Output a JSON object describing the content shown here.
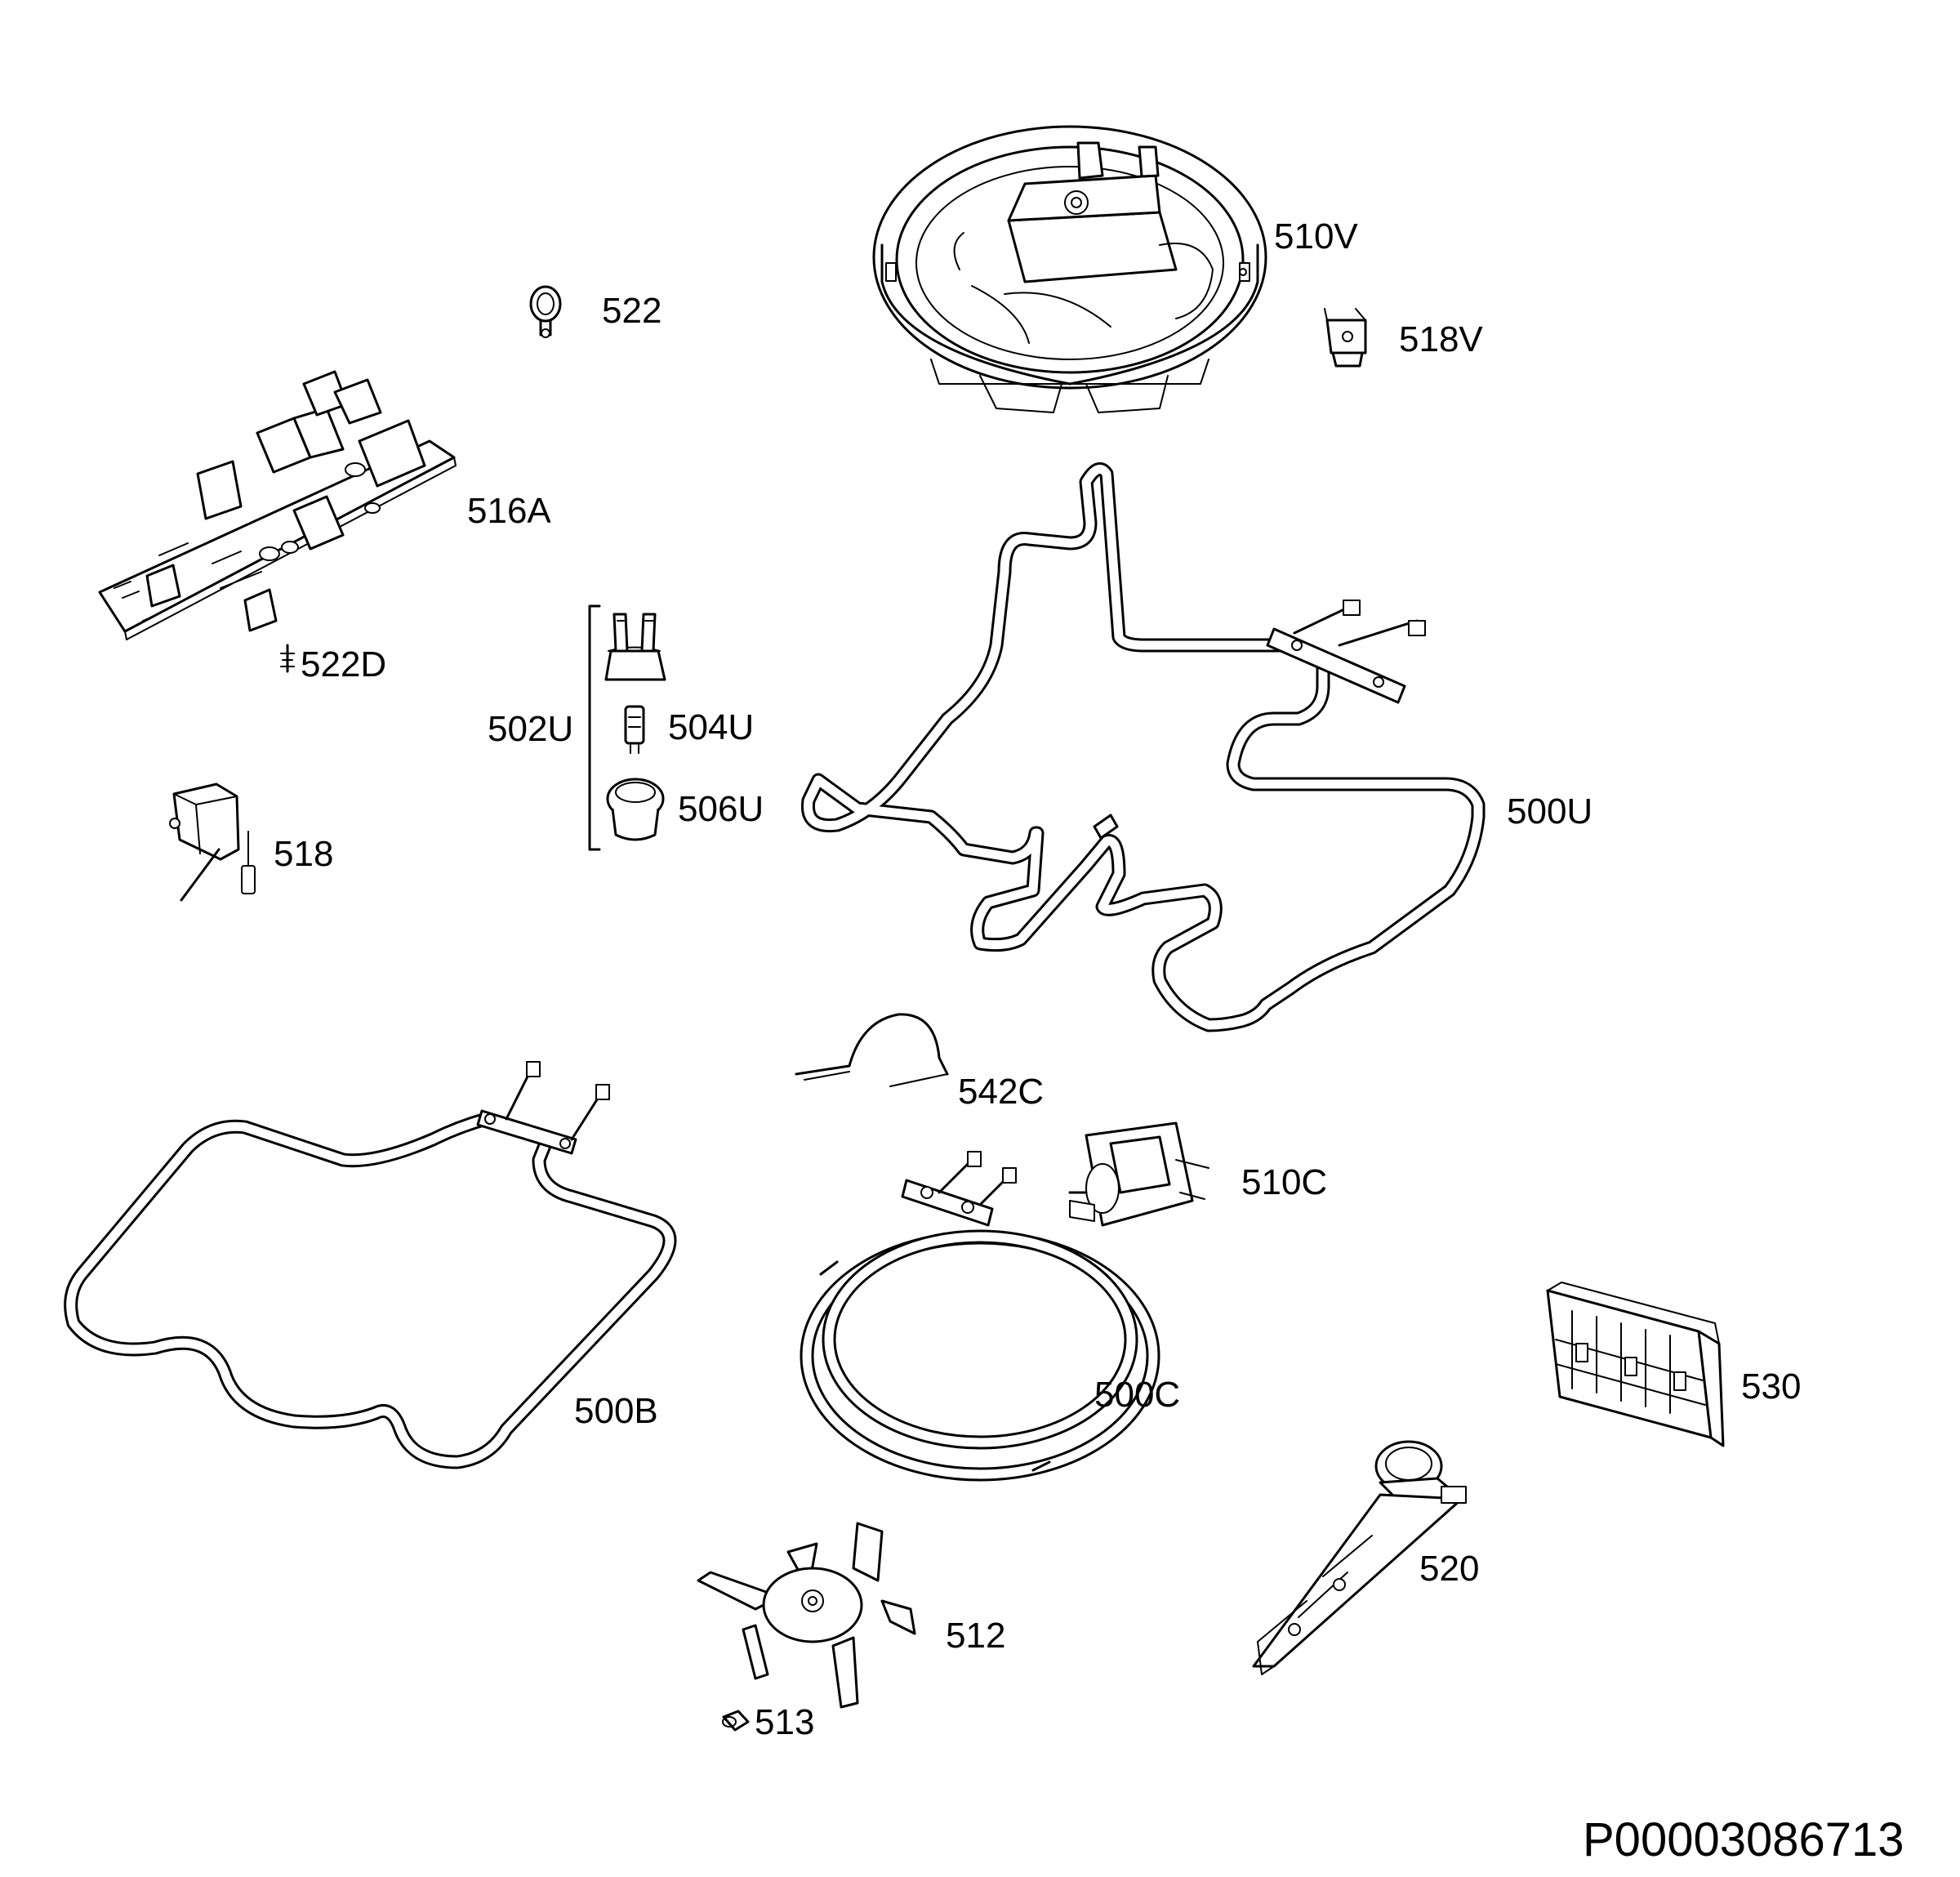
{
  "document_id": "P00003086713",
  "parts": [
    {
      "key": "p510V",
      "number": "510V"
    },
    {
      "key": "p522",
      "number": "522"
    },
    {
      "key": "p518V",
      "number": "518V"
    },
    {
      "key": "p516A",
      "number": "516A"
    },
    {
      "key": "p522D",
      "number": "522D"
    },
    {
      "key": "p502U",
      "number": "502U"
    },
    {
      "key": "p504U",
      "number": "504U"
    },
    {
      "key": "p506U",
      "number": "506U"
    },
    {
      "key": "p518",
      "number": "518"
    },
    {
      "key": "p500U",
      "number": "500U"
    },
    {
      "key": "p542C",
      "number": "542C"
    },
    {
      "key": "p510C",
      "number": "510C"
    },
    {
      "key": "p500B",
      "number": "500B"
    },
    {
      "key": "p500C",
      "number": "500C"
    },
    {
      "key": "p530",
      "number": "530"
    },
    {
      "key": "p520",
      "number": "520"
    },
    {
      "key": "p512",
      "number": "512"
    },
    {
      "key": "p513",
      "number": "513"
    }
  ]
}
